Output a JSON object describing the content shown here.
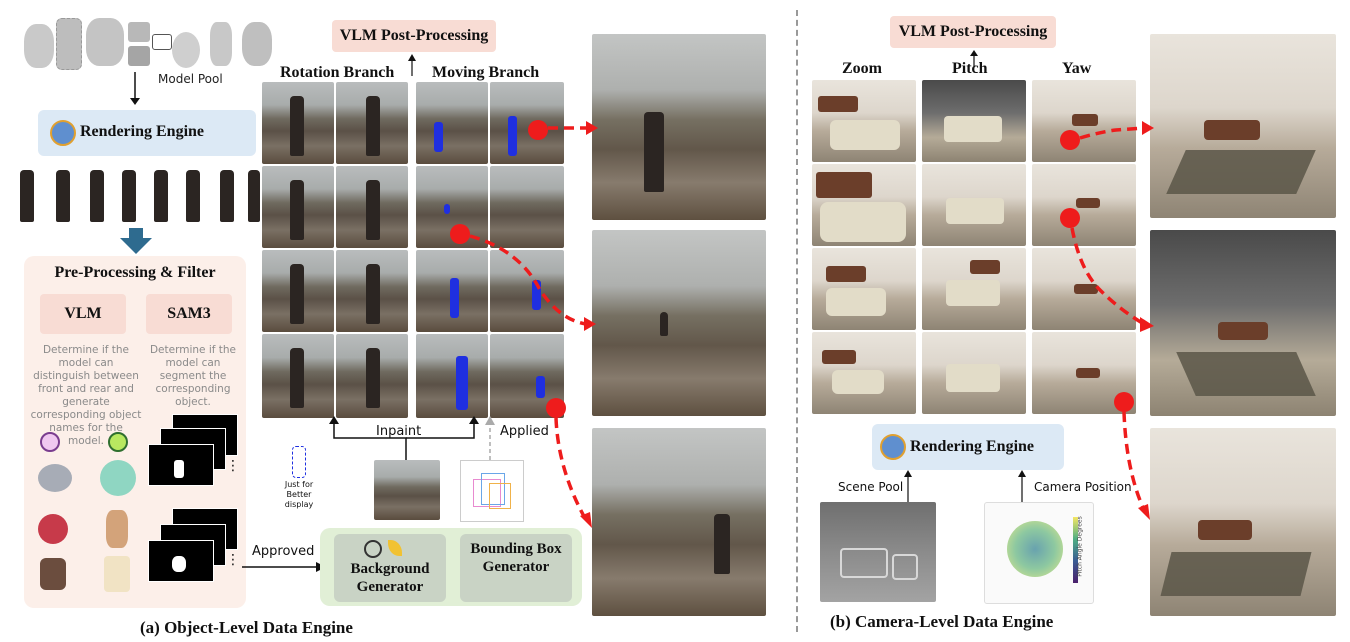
{
  "left": {
    "model_pool_label": "Model Pool",
    "rendering_engine_label": "Rendering Engine",
    "preprocess": {
      "title": "Pre-Processing & Filter",
      "vlm": {
        "label": "VLM",
        "desc": "Determine if the model can distinguish between front and rear and generate corresponding object names for the model."
      },
      "sam3": {
        "label": "SAM3",
        "desc": "Determine if the model can segment the corresponding object."
      }
    },
    "approved_label": "Approved",
    "generators": {
      "background": "Background Generator",
      "bbox": "Bounding Box Generator"
    },
    "vlm_post_label": "VLM Post-Processing",
    "rotation_branch_label": "Rotation Branch",
    "moving_branch_label": "Moving Branch",
    "inpaint_label": "Inpaint",
    "applied_label": "Applied",
    "display_note": "Just for Better display",
    "caption": "(a) Object-Level Data Engine"
  },
  "right": {
    "vlm_post_label": "VLM Post-Processing",
    "zoom_label": "Zoom",
    "pitch_label": "Pitch",
    "yaw_label": "Yaw",
    "rendering_engine_label": "Rendering Engine",
    "scene_pool_label": "Scene Pool",
    "camera_position_label": "Camera Position",
    "plot_axis_label": "Pitch Angle Degrees",
    "caption": "(b) Camera-Level Data Engine"
  },
  "icons": {
    "engine": "gear-cube-icon",
    "openai": "openai-icon",
    "banana": "banana-icon"
  },
  "colors": {
    "engine_box": "#dce9f5",
    "vlm_box": "#f8dcd4",
    "preprocess_bg": "#fcefe9",
    "generator_bg": "#e1efd6",
    "generator_box": "#c9d3c5",
    "arrow_red": "#ee1c1c",
    "mask_blue": "#1f2fe0"
  }
}
